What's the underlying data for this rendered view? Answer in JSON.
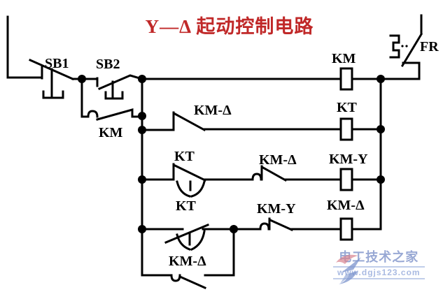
{
  "title": "Y—Δ 起动控制电路",
  "labels": {
    "sb1": "SB1",
    "sb2": "SB2",
    "km_latch": "KM",
    "km_coil": "KM",
    "fr": "FR",
    "km_delta_rung2": "KM-Δ",
    "kt_coil": "KT",
    "kt_rung3": "KT",
    "km_delta_rung3": "KM-Δ",
    "km_y_coil": "KM-Y",
    "kt_rung4": "KT",
    "km_y_rung4": "KM-Y",
    "km_delta_coil": "KM-Δ",
    "km_delta_latch": "KM-Δ"
  },
  "watermark": {
    "site_name": "电工技术之家",
    "site_url": "www.dgjs123.com"
  },
  "colors": {
    "line": "#000000",
    "title_red": "#c02828",
    "watermark_blue": "#5872ba",
    "watermark_accent_red": "#d9838f"
  }
}
